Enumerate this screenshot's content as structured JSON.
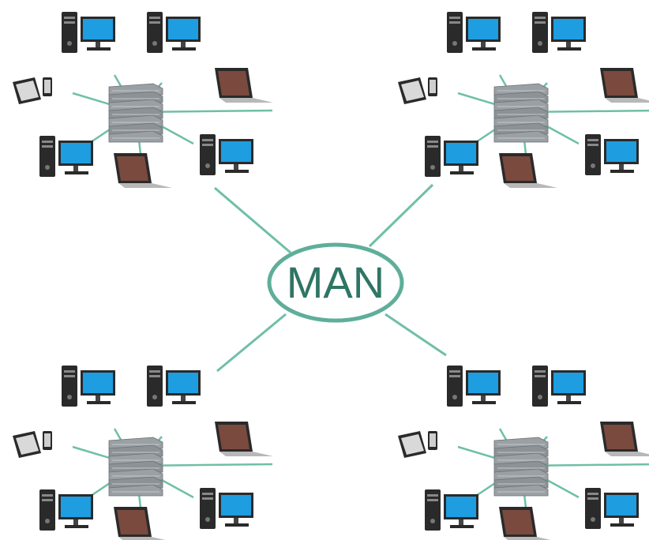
{
  "diagram": {
    "center_label": "MAN",
    "colors": {
      "link": "#6fbfa8",
      "ellipse": "#5fae9a",
      "label": "#2f7565",
      "screen": "#1e9de0",
      "device_dark": "#2a2a2a",
      "server": "#9aa0a4"
    },
    "clusters": [
      {
        "name": "top-left",
        "server": "server-rack",
        "devices": [
          "desktop-pc",
          "desktop-pc",
          "tablet-phone",
          "laptop",
          "desktop-pc",
          "laptop",
          "desktop-pc"
        ]
      },
      {
        "name": "top-right",
        "server": "server-rack",
        "devices": [
          "desktop-pc",
          "desktop-pc",
          "tablet-phone",
          "laptop",
          "desktop-pc",
          "laptop",
          "desktop-pc"
        ]
      },
      {
        "name": "bottom-left",
        "server": "server-rack",
        "devices": [
          "desktop-pc",
          "desktop-pc",
          "tablet-phone",
          "laptop",
          "desktop-pc",
          "laptop",
          "desktop-pc"
        ]
      },
      {
        "name": "bottom-right",
        "server": "server-rack",
        "devices": [
          "desktop-pc",
          "desktop-pc",
          "tablet-phone",
          "laptop",
          "desktop-pc",
          "laptop",
          "desktop-pc"
        ]
      }
    ]
  }
}
